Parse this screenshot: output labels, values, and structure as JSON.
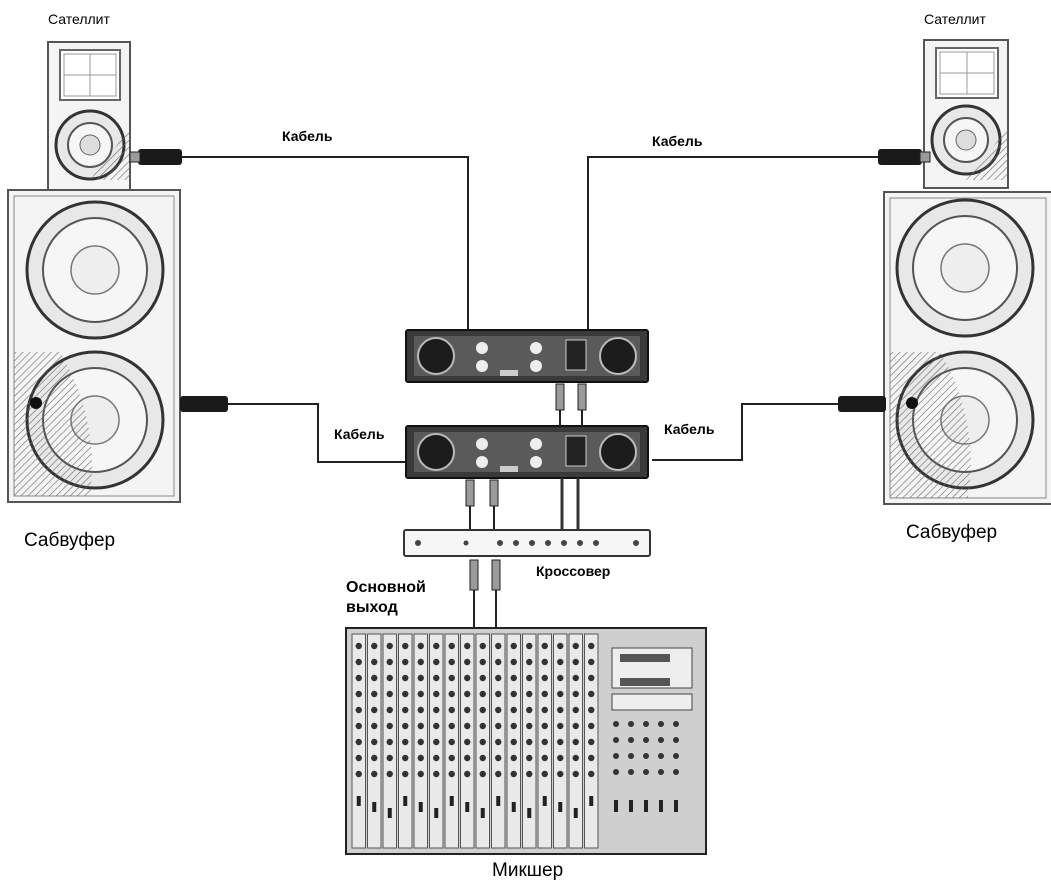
{
  "labels": {
    "satellite_left": "Сателлит",
    "satellite_right": "Сателлит",
    "cable_top_left": "Кабель",
    "cable_top_right": "Кабель",
    "cable_mid_left": "Кабель",
    "cable_mid_right": "Кабель",
    "subwoofer_left": "Сабвуфер",
    "subwoofer_right": "Сабвуфер",
    "crossover": "Кроссовер",
    "main_out_line1": "Основной",
    "main_out_line2": "выход",
    "mixer": "Микшер"
  }
}
